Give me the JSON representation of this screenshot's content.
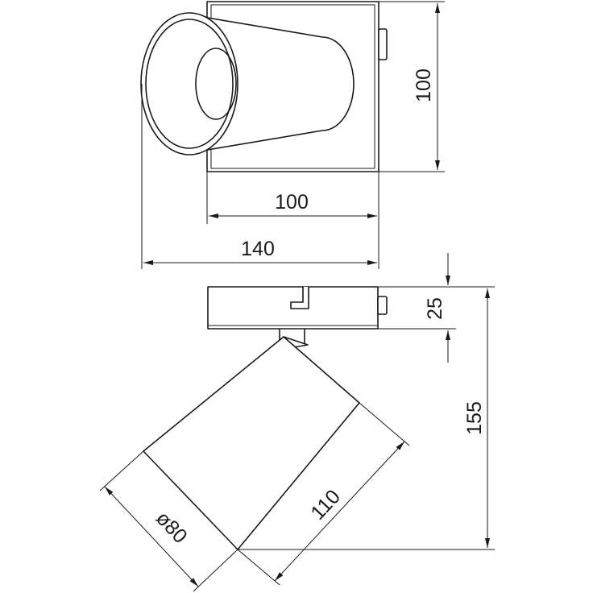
{
  "drawing": {
    "line_color": "#1a1a1a",
    "background": "#ffffff",
    "dimensions": {
      "top_height": "100",
      "top_width_base": "100",
      "top_width_overall": "140",
      "base_height": "25",
      "overall_height": "155",
      "shade_length": "110",
      "shade_diameter": "ø80"
    }
  }
}
